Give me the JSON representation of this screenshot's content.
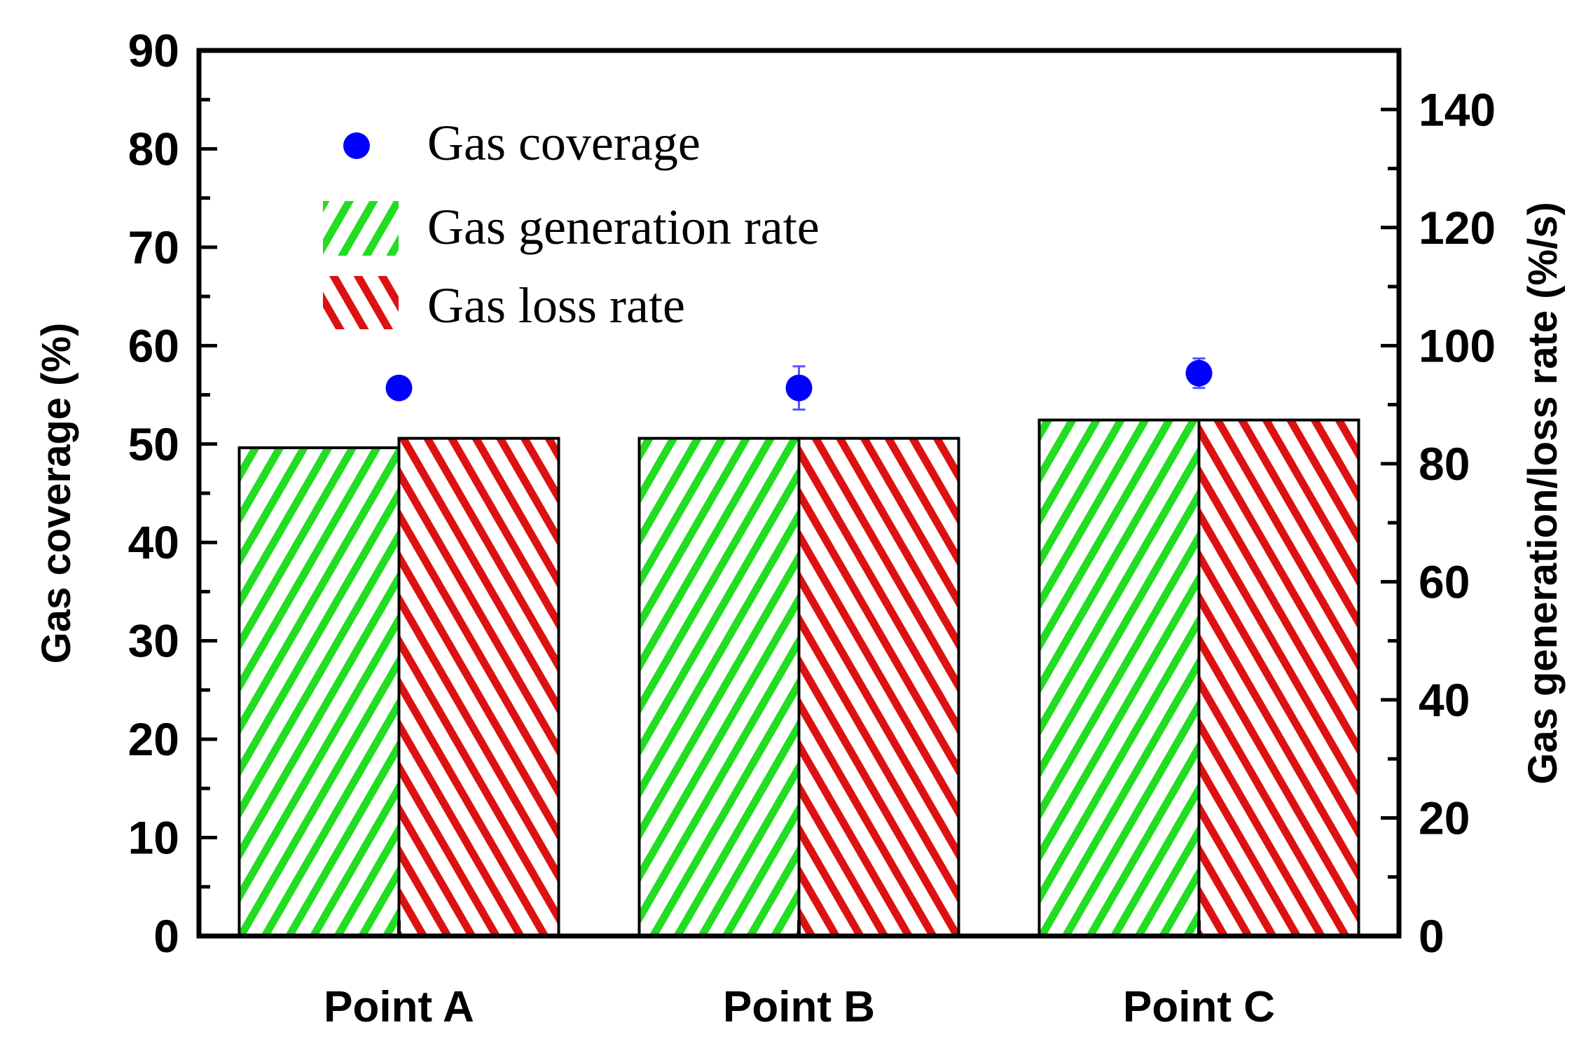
{
  "chart_data": {
    "type": "bar",
    "categories": [
      "Point A",
      "Point B",
      "Point C"
    ],
    "left_axis": {
      "label": "Gas coverage (%)",
      "ylim": [
        0,
        90
      ],
      "ticks": [
        0,
        10,
        20,
        30,
        40,
        50,
        60,
        70,
        80,
        90
      ]
    },
    "right_axis": {
      "label": "Gas generation/loss rate (%/s)",
      "ylim": [
        0,
        150
      ],
      "ticks": [
        0,
        20,
        40,
        60,
        80,
        100,
        120,
        140
      ]
    },
    "series": [
      {
        "name": "Gas coverage",
        "kind": "scatter",
        "axis": "left",
        "values": [
          55.7,
          55.7,
          57.2
        ],
        "errors": [
          0.6,
          2.2,
          1.5
        ],
        "color": "#0000ff"
      },
      {
        "name": "Gas generation rate",
        "kind": "bar",
        "axis": "right",
        "values": [
          82.7,
          84.3,
          87.4
        ],
        "color": "#00dd00",
        "hatch": "forward-diagonal"
      },
      {
        "name": "Gas loss rate",
        "kind": "bar",
        "axis": "right",
        "values": [
          84.3,
          84.3,
          87.4
        ],
        "color": "#dd0000",
        "hatch": "back-diagonal"
      }
    ],
    "grid": false,
    "legend": "top-left"
  }
}
